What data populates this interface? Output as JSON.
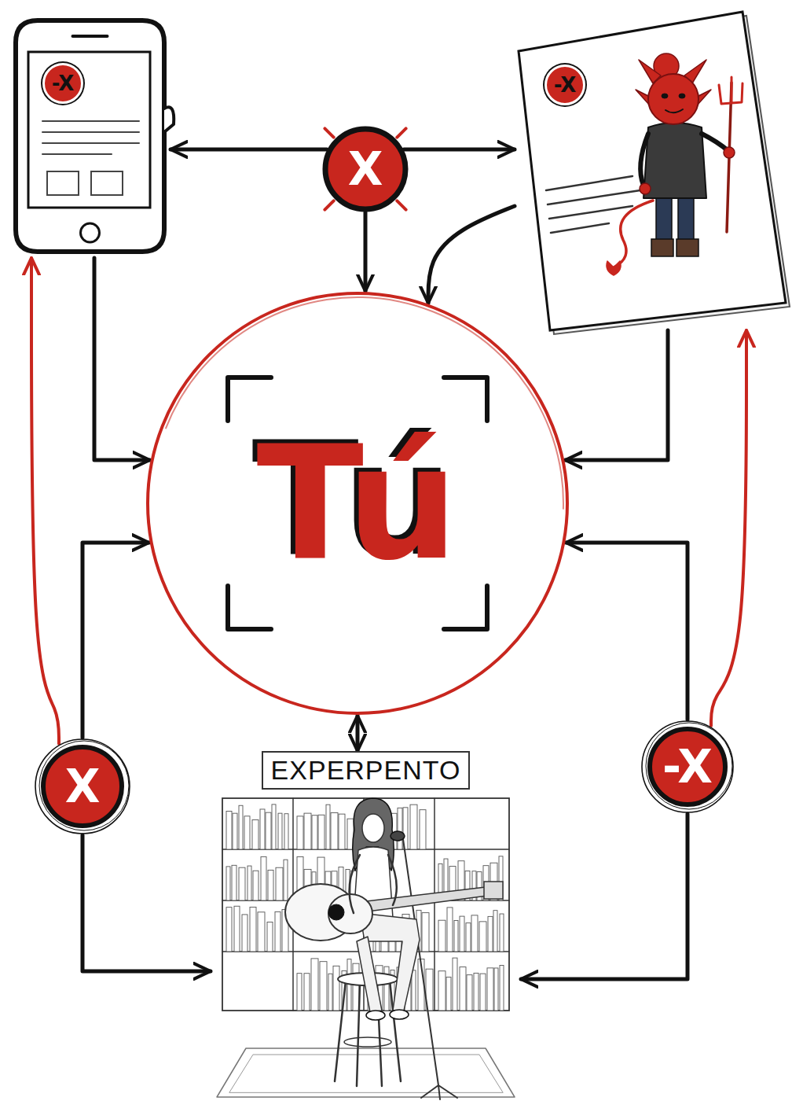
{
  "diagram": {
    "nodes": [
      {
        "text": [
          "-X"
        ]
      },
      {
        "text": [
          "X"
        ]
      },
      {
        "text": [
          "-X"
        ]
      },
      {
        "text": [
          "Tú"
        ]
      },
      {
        "text": [
          "X"
        ]
      },
      {
        "text": [
          "EXPERPENTO"
        ]
      },
      {
        "text": [
          "-X"
        ]
      }
    ],
    "edges": [
      {
        "from": 1,
        "to": 0,
        "arrow": "to"
      },
      {
        "from": 1,
        "to": 2,
        "arrow": "to"
      },
      {
        "from": 1,
        "to": 3,
        "arrow": "to"
      },
      {
        "from": 2,
        "to": 3,
        "arrow": "to"
      },
      {
        "from": 0,
        "to": 3,
        "arrow": "to"
      },
      {
        "from": 2,
        "to": 3,
        "arrow": "to"
      },
      {
        "from": 4,
        "to": 3,
        "arrow": "to"
      },
      {
        "from": 4,
        "to": 0,
        "arrow": "to"
      },
      {
        "from": 4,
        "to": 5,
        "arrow": "to"
      },
      {
        "from": 6,
        "to": 3,
        "arrow": "to"
      },
      {
        "from": 6,
        "to": 2,
        "arrow": "to"
      },
      {
        "from": 6,
        "to": 5,
        "arrow": "to"
      },
      {
        "from": 3,
        "to": 5,
        "arrow": "both"
      }
    ]
  }
}
